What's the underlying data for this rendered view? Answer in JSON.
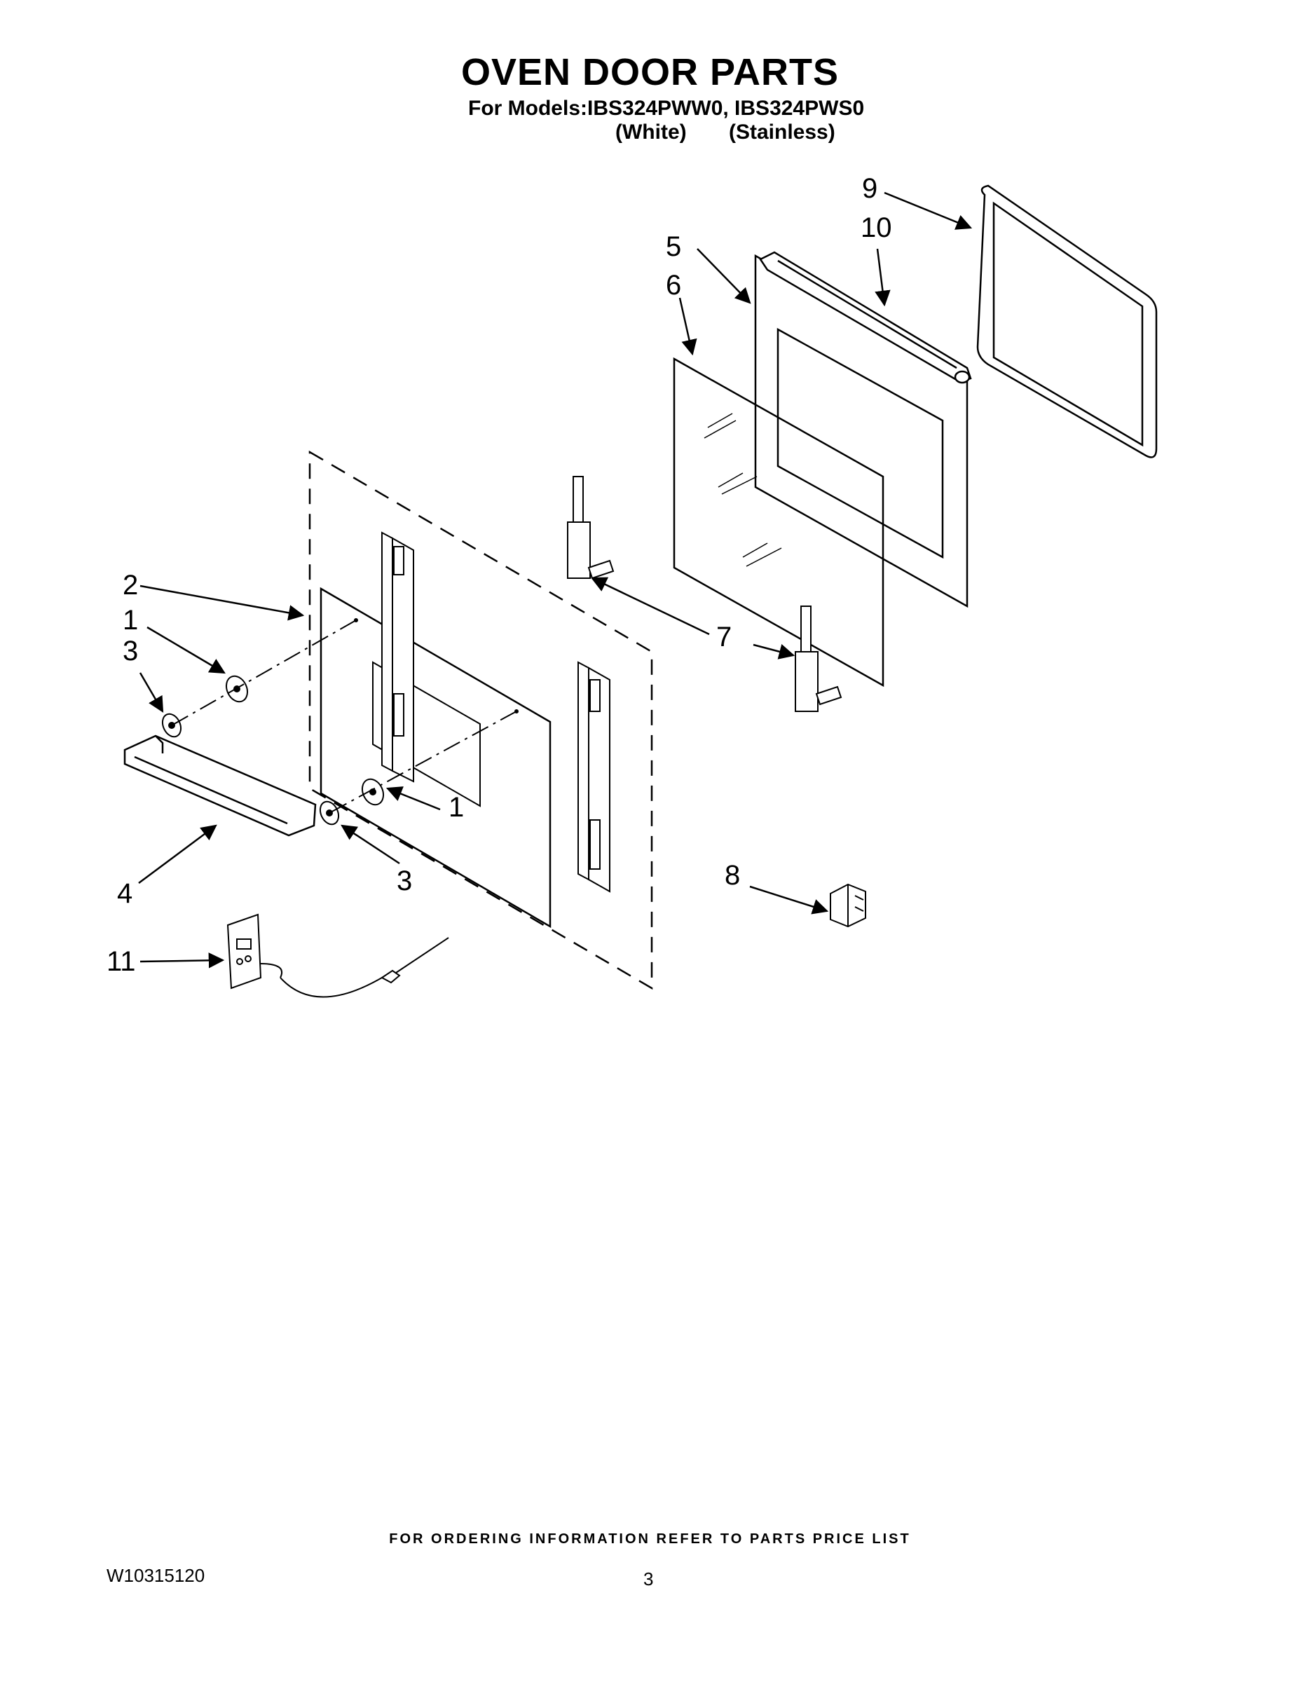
{
  "header": {
    "title": "OVEN DOOR PARTS",
    "models": "For Models:IBS324PWW0, IBS324PWS0",
    "variant_white": "(White)",
    "variant_stainless": "(Stainless)"
  },
  "callouts": {
    "c1a": "1",
    "c1b": "1",
    "c2": "2",
    "c3a": "3",
    "c3b": "3",
    "c4": "4",
    "c5": "5",
    "c6": "6",
    "c7": "7",
    "c8": "8",
    "c9": "9",
    "c10": "10",
    "c11": "11"
  },
  "footer": {
    "note": "FOR ORDERING INFORMATION REFER TO PARTS PRICE LIST",
    "doc_number": "W10315120",
    "page_number": "3"
  }
}
